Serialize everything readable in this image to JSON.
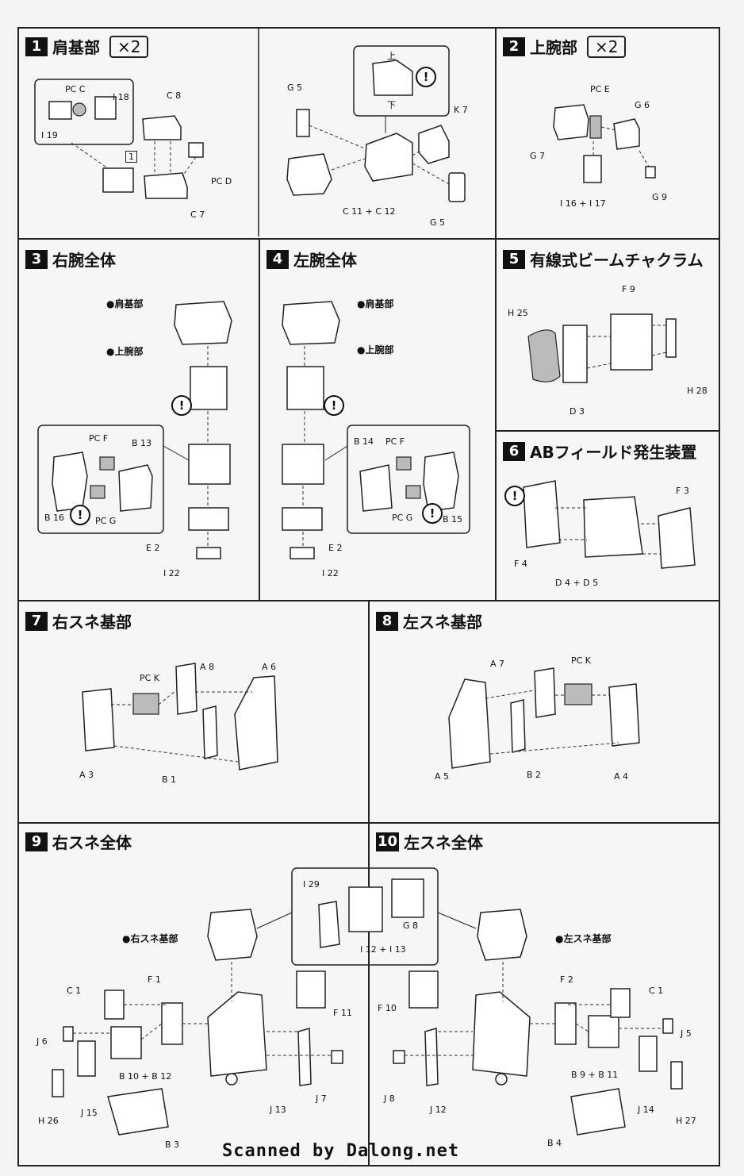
{
  "steps": [
    {
      "num": "1",
      "title": "肩基部",
      "mult": "×2"
    },
    {
      "num": "2",
      "title": "上腕部",
      "mult": "×2"
    },
    {
      "num": "3",
      "title": "右腕全体"
    },
    {
      "num": "4",
      "title": "左腕全体"
    },
    {
      "num": "5",
      "title": "有線式ビームチャクラム"
    },
    {
      "num": "6",
      "title": "ABフィールド発生装置"
    },
    {
      "num": "7",
      "title": "右スネ基部"
    },
    {
      "num": "8",
      "title": "左スネ基部"
    },
    {
      "num": "9",
      "title": "右スネ全体"
    },
    {
      "num": "10",
      "title": "左スネ全体"
    }
  ],
  "labels": {
    "s1": {
      "pcc": "PC C",
      "i18": "I 18",
      "i19": "I 19",
      "c8": "C 8",
      "pcd": "PC D",
      "c7": "C 7",
      "one": "1",
      "g5a": "G 5",
      "k7": "K 7",
      "c11c12": "C 11 + C 12",
      "g5b": "G 5",
      "up": "上",
      "down": "下"
    },
    "s2": {
      "pce": "PC E",
      "g6": "G 6",
      "g7": "G 7",
      "g9": "G 9",
      "i16i17": "I 16 + I 17"
    },
    "s3": {
      "shoulder": "●肩基部",
      "upper": "●上腕部",
      "pcf": "PC F",
      "b13": "B 13",
      "b16": "B 16",
      "pcg": "PC G",
      "e2": "E 2",
      "i22": "I 22"
    },
    "s4": {
      "shoulder": "●肩基部",
      "upper": "●上腕部",
      "b14": "B 14",
      "pcf": "PC F",
      "pcg": "PC G",
      "b15": "B 15",
      "e2": "E 2",
      "i22": "I 22"
    },
    "s5": {
      "h25": "H 25",
      "f9": "F 9",
      "h28": "H 28",
      "d3": "D 3"
    },
    "s6": {
      "f3": "F 3",
      "f4": "F 4",
      "d4d5": "D 4 + D 5"
    },
    "s7": {
      "pck": "PC K",
      "a8": "A 8",
      "a6": "A 6",
      "a3": "A 3",
      "b1": "B 1"
    },
    "s8": {
      "a7": "A 7",
      "pck": "PC K",
      "a5": "A 5",
      "b2": "B 2",
      "a4": "A 4"
    },
    "s9": {
      "base": "●右スネ基部",
      "c1": "C 1",
      "f1": "F 1",
      "j6": "J 6",
      "f11": "F 11",
      "b10b12": "B 10 + B 12",
      "h26": "H 26",
      "j15": "J 15",
      "j13": "J 13",
      "j7": "J 7",
      "b3": "B 3"
    },
    "s10": {
      "base": "●左スネ基部",
      "f2": "F 2",
      "c1": "C 1",
      "f10": "F 10",
      "j5": "J 5",
      "b9b11": "B 9 + B 11",
      "j8": "J 8",
      "j12": "J 12",
      "j14": "J 14",
      "h27": "H 27",
      "b4": "B 4"
    },
    "shared": {
      "i29": "I 29",
      "g8": "G 8",
      "i12i13": "I 12 + I 13"
    }
  },
  "warning_mark": "!",
  "footer": "Scanned by Dalong.net"
}
